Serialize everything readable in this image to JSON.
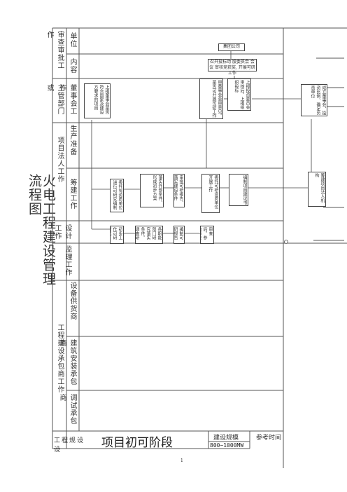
{
  "side_title": "火电工程建设管理流程图",
  "sections": {
    "review": "审查审批工作",
    "dept": "主管部门或",
    "legal": "项目法人工作",
    "contractor": "工程建设承包商工作"
  },
  "rows": {
    "unit": "单位",
    "content": "内容",
    "board": "董事会工作",
    "production": "生产准备",
    "prep": "筹建工作",
    "design": "设计工作",
    "supervision": "监理工作",
    "supplier": "设备供货商",
    "builder": "建筑安装承包商",
    "commission": "调试承包商"
  },
  "boxes": {
    "group_company": "集团公司",
    "review_meeting": "召开投标动 股委员会 会议 审核竞获奖, 开展可研工作",
    "report_review": "上报董事会是否符合国家及建设方要求的项目",
    "board_decision": "审董事会会审意见，是否可开展可研工作",
    "submit_tender": "上报投资委员会审核后，上报组织投标",
    "approve": "成立董事会、投资比例、确定负责单位",
    "entrust": "委托有资质单位进行可研究编制",
    "ext_conditions": "落实外部条件、形成初步方案",
    "approve_report": "审批可研报告、落实建设条件",
    "coord": "委托可研资质单位开展工作",
    "lead_report": "编制项目建议书",
    "set_org": "筹建项目法人机构",
    "prelim": "初步工作可研研究",
    "dept_survey": "各职能部门研究落实条件，调查研究",
    "design_doc": "编制可研报告",
    "finish": "审查后，参加审查"
  },
  "footer": {
    "scope": "工程规设设",
    "stage": "项目初可阶段",
    "scale_label": "建设规模",
    "scale_value": "800~1000MW",
    "ref_time": "参考时间"
  },
  "page_number": "1"
}
